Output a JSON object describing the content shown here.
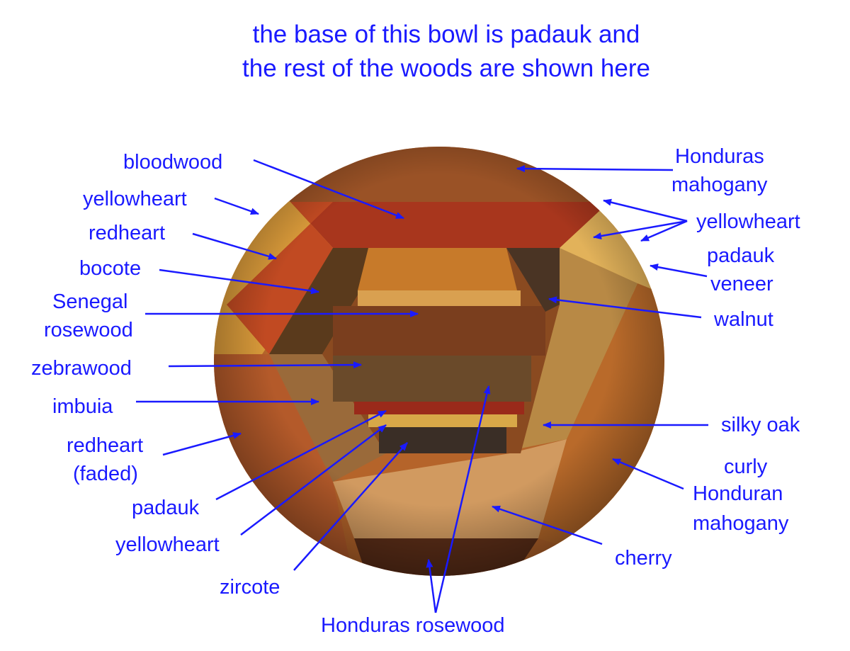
{
  "title": {
    "line1": "the base of this bowl is padauk and",
    "line2": "the rest of the woods are shown here"
  },
  "labels": {
    "bloodwood": "bloodwood",
    "yellowheart_left": "yellowheart",
    "redheart": "redheart",
    "bocote": "bocote",
    "senegal_1": "Senegal",
    "senegal_2": "rosewood",
    "zebrawood": "zebrawood",
    "imbuia": "imbuia",
    "redheart_faded_1": "redheart",
    "redheart_faded_2": "(faded)",
    "padauk": "padauk",
    "yellowheart_bottom": "yellowheart",
    "zircote": "zircote",
    "honduras_rosewood": "Honduras rosewood",
    "cherry": "cherry",
    "curly_1": "curly",
    "curly_2": "Honduran",
    "curly_3": "mahogany",
    "silky_oak": "silky oak",
    "walnut": "walnut",
    "padauk_veneer_1": "padauk",
    "padauk_veneer_2": "veneer",
    "yellowheart_right": "yellowheart",
    "honduras_mahogany_1": "Honduras",
    "honduras_mahogany_2": "mahogany"
  },
  "colors": {
    "label": "#1a1aff"
  }
}
